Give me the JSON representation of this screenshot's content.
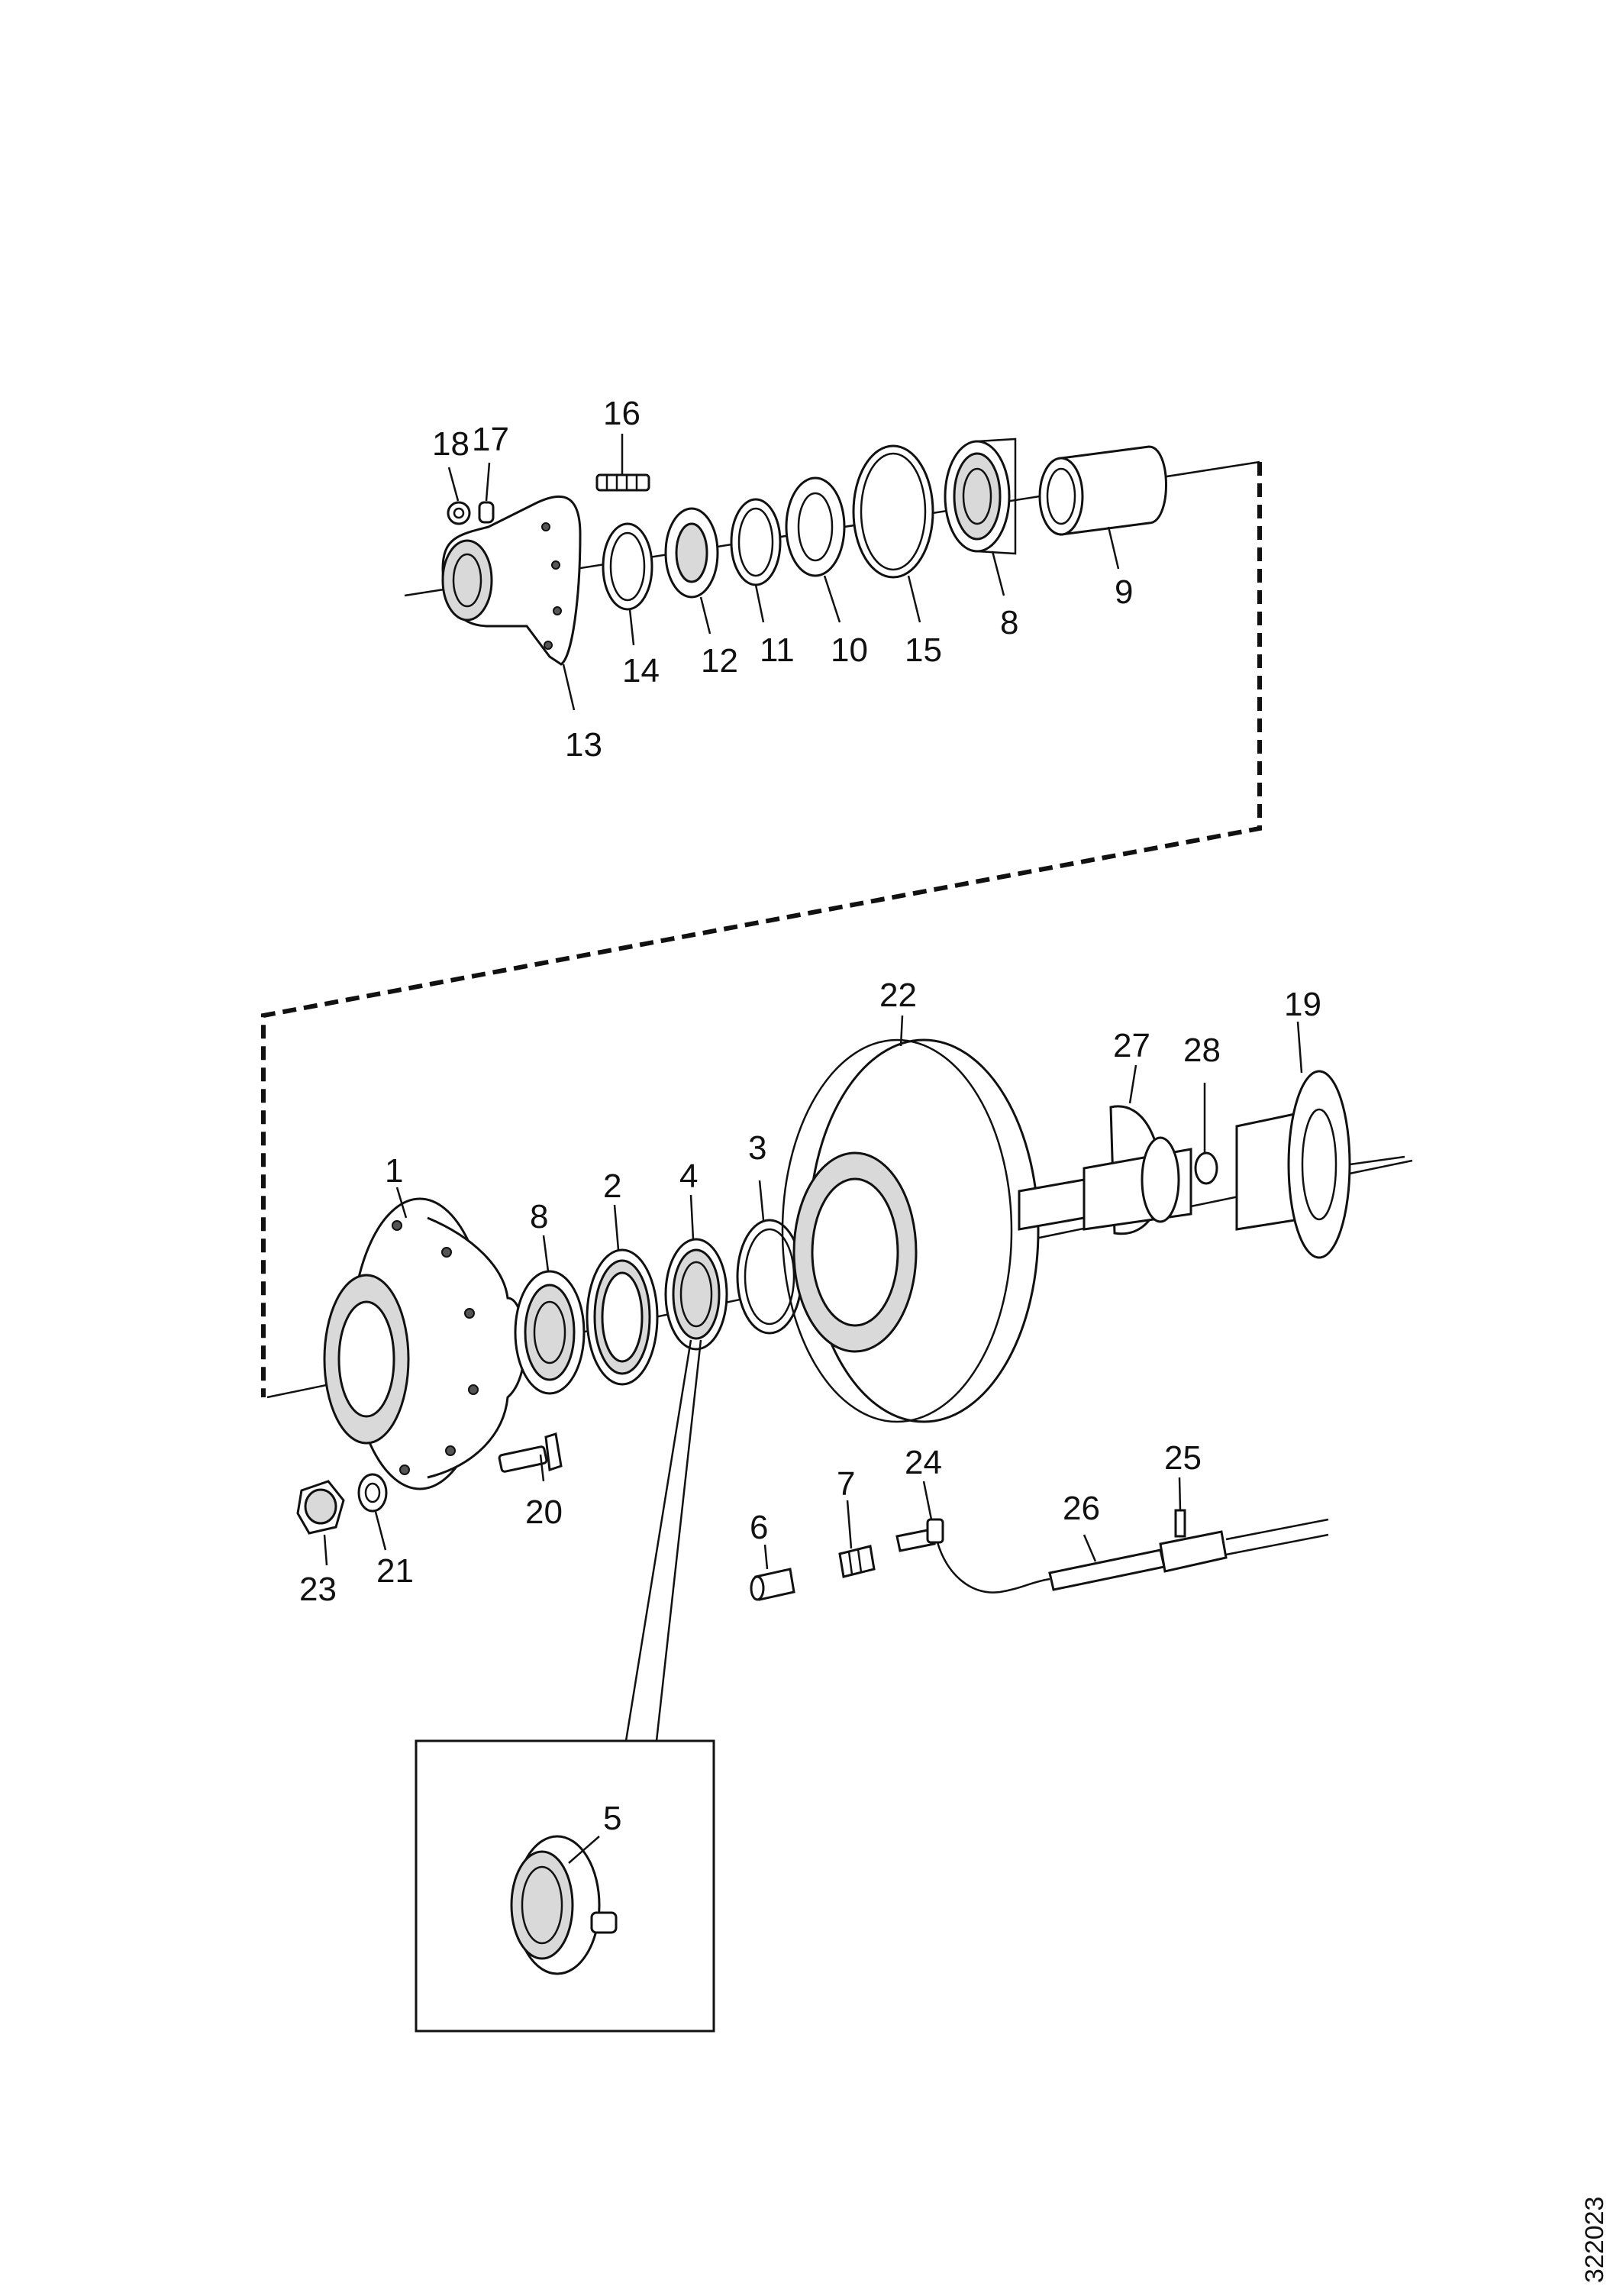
{
  "diagram": {
    "document_number": "322023",
    "callouts": [
      {
        "id": "18",
        "text": "18"
      },
      {
        "id": "17",
        "text": "17"
      },
      {
        "id": "16",
        "text": "16"
      },
      {
        "id": "14",
        "text": "14"
      },
      {
        "id": "13",
        "text": "13"
      },
      {
        "id": "12",
        "text": "12"
      },
      {
        "id": "11",
        "text": "11"
      },
      {
        "id": "10",
        "text": "10"
      },
      {
        "id": "15",
        "text": "15"
      },
      {
        "id": "8a",
        "text": "8"
      },
      {
        "id": "9",
        "text": "9"
      },
      {
        "id": "22",
        "text": "22"
      },
      {
        "id": "19",
        "text": "19"
      },
      {
        "id": "27",
        "text": "27"
      },
      {
        "id": "28",
        "text": "28"
      },
      {
        "id": "1",
        "text": "1"
      },
      {
        "id": "8b",
        "text": "8"
      },
      {
        "id": "2",
        "text": "2"
      },
      {
        "id": "4",
        "text": "4"
      },
      {
        "id": "3",
        "text": "3"
      },
      {
        "id": "20",
        "text": "20"
      },
      {
        "id": "23",
        "text": "23"
      },
      {
        "id": "21",
        "text": "21"
      },
      {
        "id": "6",
        "text": "6"
      },
      {
        "id": "7",
        "text": "7"
      },
      {
        "id": "24",
        "text": "24"
      },
      {
        "id": "26",
        "text": "26"
      },
      {
        "id": "25",
        "text": "25"
      },
      {
        "id": "5",
        "text": "5"
      }
    ]
  }
}
